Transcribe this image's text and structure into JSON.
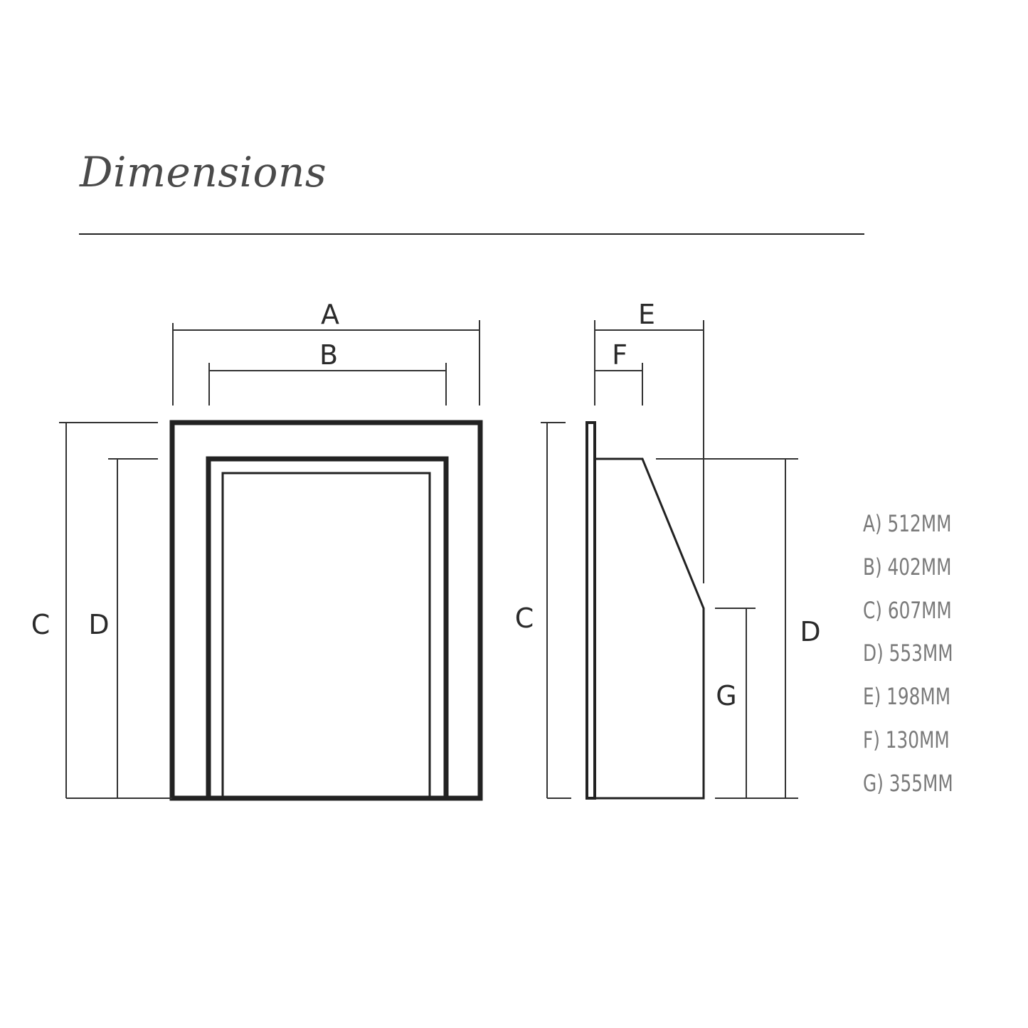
{
  "title": "Dimensions",
  "diagram_labels": {
    "front": {
      "a": "A",
      "b": "B",
      "c": "C",
      "d": "D"
    },
    "side": {
      "e": "E",
      "f": "F",
      "c": "C",
      "d": "D",
      "g": "G"
    }
  },
  "specs": [
    {
      "letter": "A",
      "label": "A) 512MM"
    },
    {
      "letter": "B",
      "label": "B) 402MM"
    },
    {
      "letter": "C",
      "label": "C) 607MM"
    },
    {
      "letter": "D",
      "label": "D) 553MM"
    },
    {
      "letter": "E",
      "label": "E) 198MM"
    },
    {
      "letter": "F",
      "label": "F) 130MM"
    },
    {
      "letter": "G",
      "label": "G) 355MM"
    }
  ],
  "colors": {
    "line": "#222222",
    "spec_text": "#7a7a7a",
    "title_text": "#4a4a4a"
  }
}
